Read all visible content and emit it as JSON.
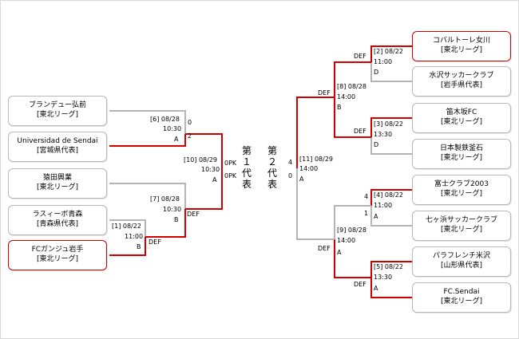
{
  "left_teams": [
    {
      "name": "ブランデュー弘前",
      "league": "[東北リーグ]",
      "winner": false
    },
    {
      "name": "Universidad de Sendai",
      "league": "[宮城県代表]",
      "winner": false
    },
    {
      "name": "猿田興業",
      "league": "[東北リーグ]",
      "winner": false
    },
    {
      "name": "ラスィーボ青森",
      "league": "[青森県代表]",
      "winner": false
    },
    {
      "name": "FCガンジュ岩手",
      "league": "[東北リーグ]",
      "winner": true
    }
  ],
  "right_teams": [
    {
      "name": "コバルトーレ女川",
      "league": "[東北リーグ]",
      "winner": true
    },
    {
      "name": "水沢サッカークラブ",
      "league": "[岩手県代表]",
      "winner": false
    },
    {
      "name": "笛木坂FC",
      "league": "[東北リーグ]",
      "winner": false
    },
    {
      "name": "日本製鉄釜石",
      "league": "[東北リーグ]",
      "winner": false
    },
    {
      "name": "富士クラブ2003",
      "league": "[東北リーグ]",
      "winner": false
    },
    {
      "name": "七ヶ浜サッカークラブ",
      "league": "[東北リーグ]",
      "winner": false
    },
    {
      "name": "パラフレンチ米沢",
      "league": "[山形県代表]",
      "winner": false
    },
    {
      "name": "FC.Sendai",
      "league": "[東北リーグ]",
      "winner": false
    }
  ],
  "matches": {
    "m1": {
      "info": "[1] 08/22",
      "time": "11:00",
      "court": "B",
      "note": "DEF"
    },
    "m6": {
      "info": "[6] 08/28",
      "time": "10:30",
      "court": "A",
      "score_top": "0",
      "score_bottom": "2"
    },
    "m7": {
      "info": "[7] 08/28",
      "time": "10:30",
      "court": "B",
      "note": "DEF"
    },
    "m10": {
      "info": "[10] 08/29",
      "time": "10:30",
      "court": "A",
      "score_top": "0PK",
      "score_bottom": "0PK"
    },
    "m11": {
      "info": "[11] 08/29",
      "time": "14:00",
      "court": "A",
      "score_top": "4",
      "score_bottom": "0"
    },
    "m2": {
      "info": "[2] 08/22",
      "time": "11:00",
      "court": "D",
      "note": "DEF"
    },
    "m3": {
      "info": "[3] 08/22",
      "time": "13:30",
      "court": "D",
      "note": "DEF"
    },
    "m8": {
      "info": "[8] 08/28",
      "time": "14:00",
      "court": "B",
      "note": "DEF"
    },
    "m4": {
      "info": "[4] 08/22",
      "time": "11:00",
      "court": "A",
      "score_top": "4",
      "score_bottom": "1"
    },
    "m5": {
      "info": "[5] 08/22",
      "time": "13:30",
      "court": "A",
      "note": "DEF"
    },
    "m9": {
      "info": "[9] 08/28",
      "time": "14:00",
      "court": "A",
      "note": "DEF"
    }
  },
  "representatives": {
    "first": "第１代表",
    "second": "第２代表"
  },
  "colors": {
    "win": "#d40000",
    "lose": "#b4b4b4"
  }
}
